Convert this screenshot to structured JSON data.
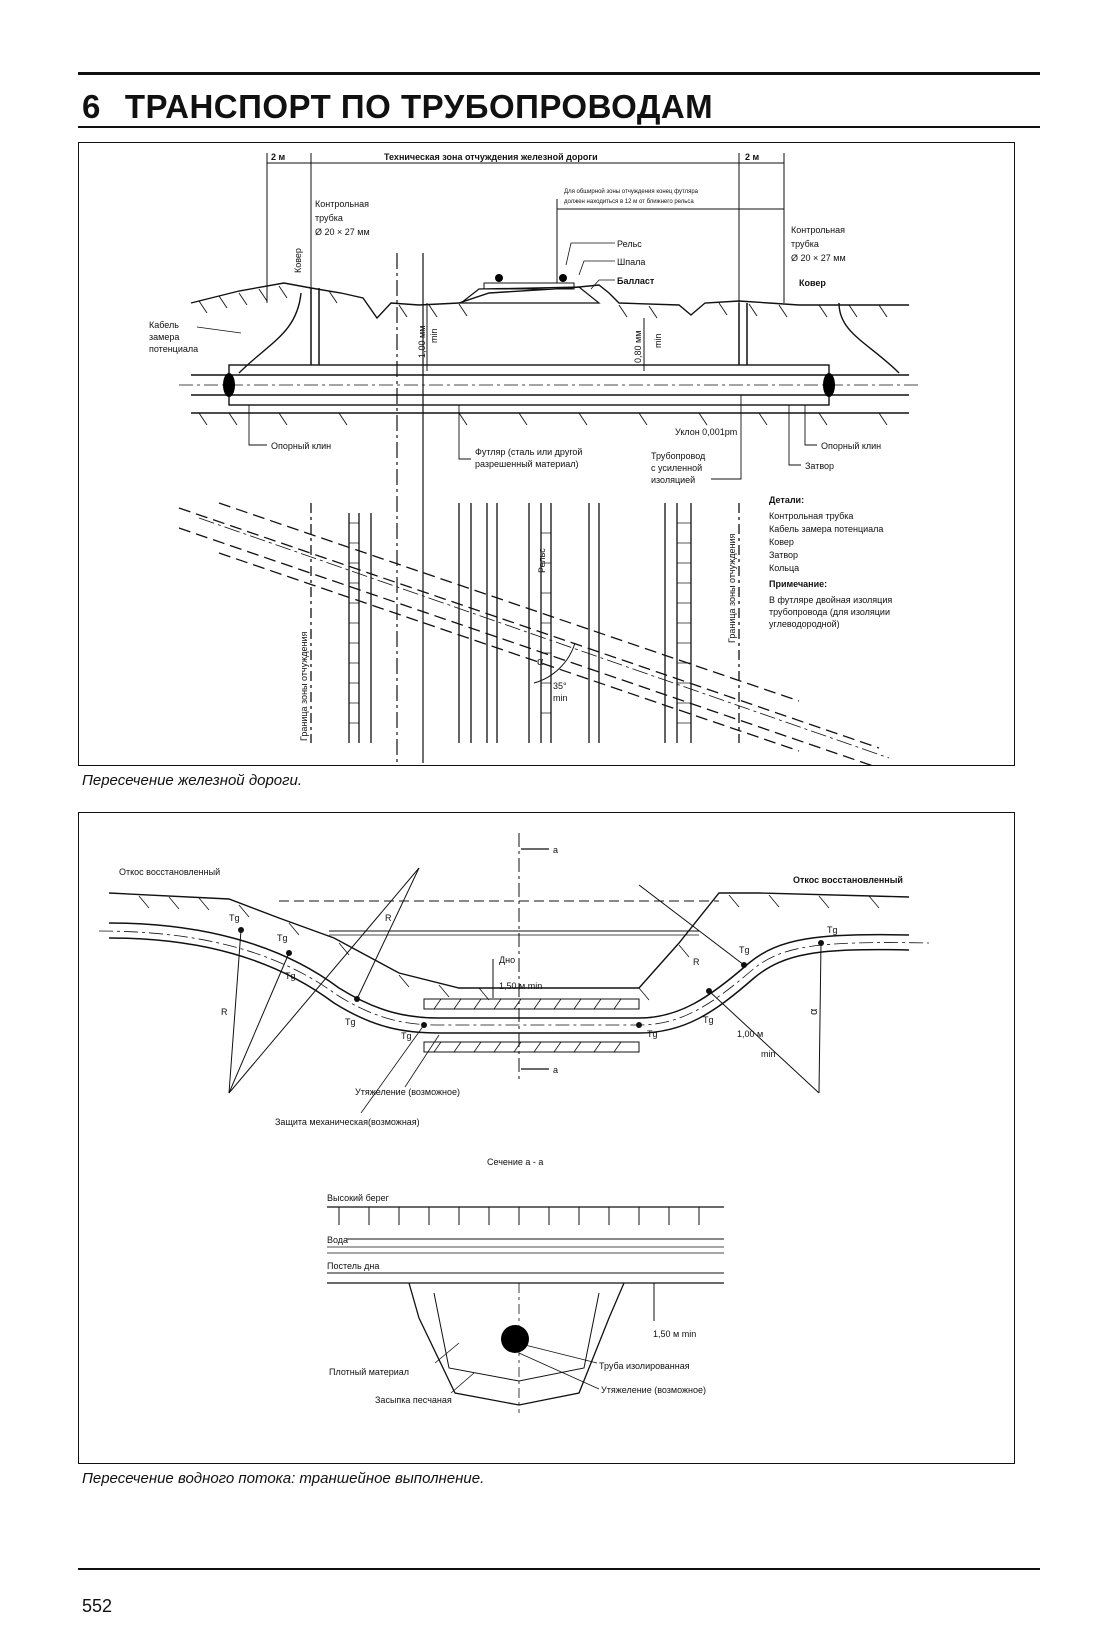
{
  "header": {
    "chapter_number": "6",
    "chapter_title": "ТРАНСПОРТ ПО ТРУБОПРОВОДАМ"
  },
  "figure1": {
    "caption": "Пересечение железной дороги.",
    "dim_left": "2 м",
    "dim_right": "2 м",
    "zone_label": "Техническая зона отчуждения железной дороги",
    "zone_note_1": "Для обширной зоны отчуждения конец футляра",
    "zone_note_2": "должен находиться в 12 м от ближнего рельса",
    "tube_left_1": "Контрольная",
    "tube_left_2": "трубка",
    "tube_left_3": "Ø 20 × 27 мм",
    "tube_right_1": "Контрольная",
    "tube_right_2": "трубка",
    "tube_right_3": "Ø 20 × 27 мм",
    "kover_vertical": "Ковер",
    "kover_right": "Ковер",
    "rail": "Рельс",
    "sleeper": "Шпала",
    "ballast": "Балласт",
    "cable_1": "Кабель",
    "cable_2": "замера",
    "cable_3": "потенциала",
    "depth_1": "1,00 мм",
    "depth_1_min": "min",
    "depth_2": "0,80 мм",
    "depth_2_min": "min",
    "support_left": "Опорный клин",
    "support_right": "Опорный клин",
    "slope": "Уклон 0,001pm",
    "casing_1": "Футляр (сталь или другой",
    "casing_2": "разрешенный материал)",
    "pipeline_1": "Трубопровод",
    "pipeline_2": "с усиленной",
    "pipeline_3": "изоляцией",
    "valve": "Затвор",
    "details_title": "Детали:",
    "details_items": [
      "Контрольная трубка",
      "Кабель замера потенциала",
      "Ковер",
      "Затвор",
      "Кольца"
    ],
    "note_title": "Примечание:",
    "note_lines": [
      "В футляре двойная изоляция",
      "трубопровода (для изоляции",
      "углеводородной)"
    ],
    "zone_boundary_left": "Граница зоны отчуждения",
    "zone_boundary_right": "Граница зоны отчуждения",
    "rail_plan": "Рельс",
    "alpha": "α",
    "angle": "35°",
    "angle_min": "min"
  },
  "figure2": {
    "caption": "Пересечение водного потока: траншейное выполнение.",
    "slope_left": "Откос восстановленный",
    "slope_right": "Откос восстановленный",
    "section_mark": "а",
    "tg": "Tg",
    "r": "R",
    "bottom": "Дно",
    "depth": "1,50 м min",
    "weight": "Утяжеление (возможное)",
    "protection": "Защита механическая(возможная)",
    "dist_1": "1,00 м",
    "dist_min": "min",
    "alpha": "α",
    "section_title": "Сечение а - а",
    "high_bank": "Высокий берег",
    "water": "Вода",
    "bed": "Постель дна",
    "depth2": "1,50 м min",
    "pipe_insulated": "Труба изолированная",
    "dense_material": "Плотный материал",
    "weight2": "Утяжеление (возможное)",
    "sand_fill": "Засыпка песчаная"
  },
  "footer": {
    "page_number": "552"
  }
}
